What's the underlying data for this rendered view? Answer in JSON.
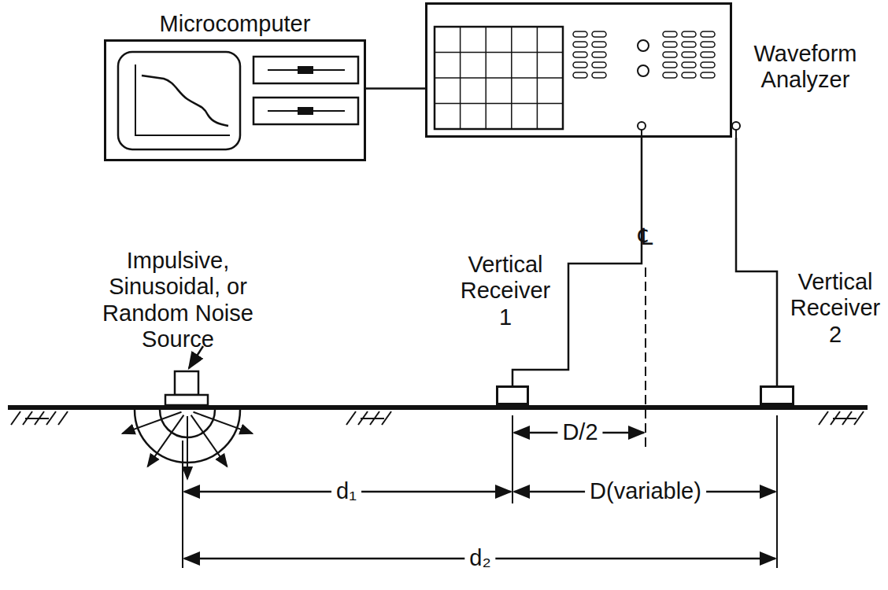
{
  "diagram": {
    "nodes": [
      {
        "text": [
          "Microcomputer"
        ]
      },
      {
        "text": [
          "Waveform Analyzer"
        ]
      },
      {
        "text": [
          "Vertical Receiver 1"
        ]
      },
      {
        "text": [
          "Vertical Receiver 2"
        ]
      }
    ],
    "edges": [
      {
        "from": 0,
        "to": 1,
        "arrow": "none"
      },
      {
        "from": 1,
        "to": 2,
        "arrow": "none"
      },
      {
        "from": 1,
        "to": 3,
        "arrow": "none"
      }
    ],
    "labels": [
      "Impulsive, Sinusoidal, or Random Noise Source",
      "℄",
      "D/2",
      "d₁",
      "D(variable)",
      "d₂"
    ]
  }
}
